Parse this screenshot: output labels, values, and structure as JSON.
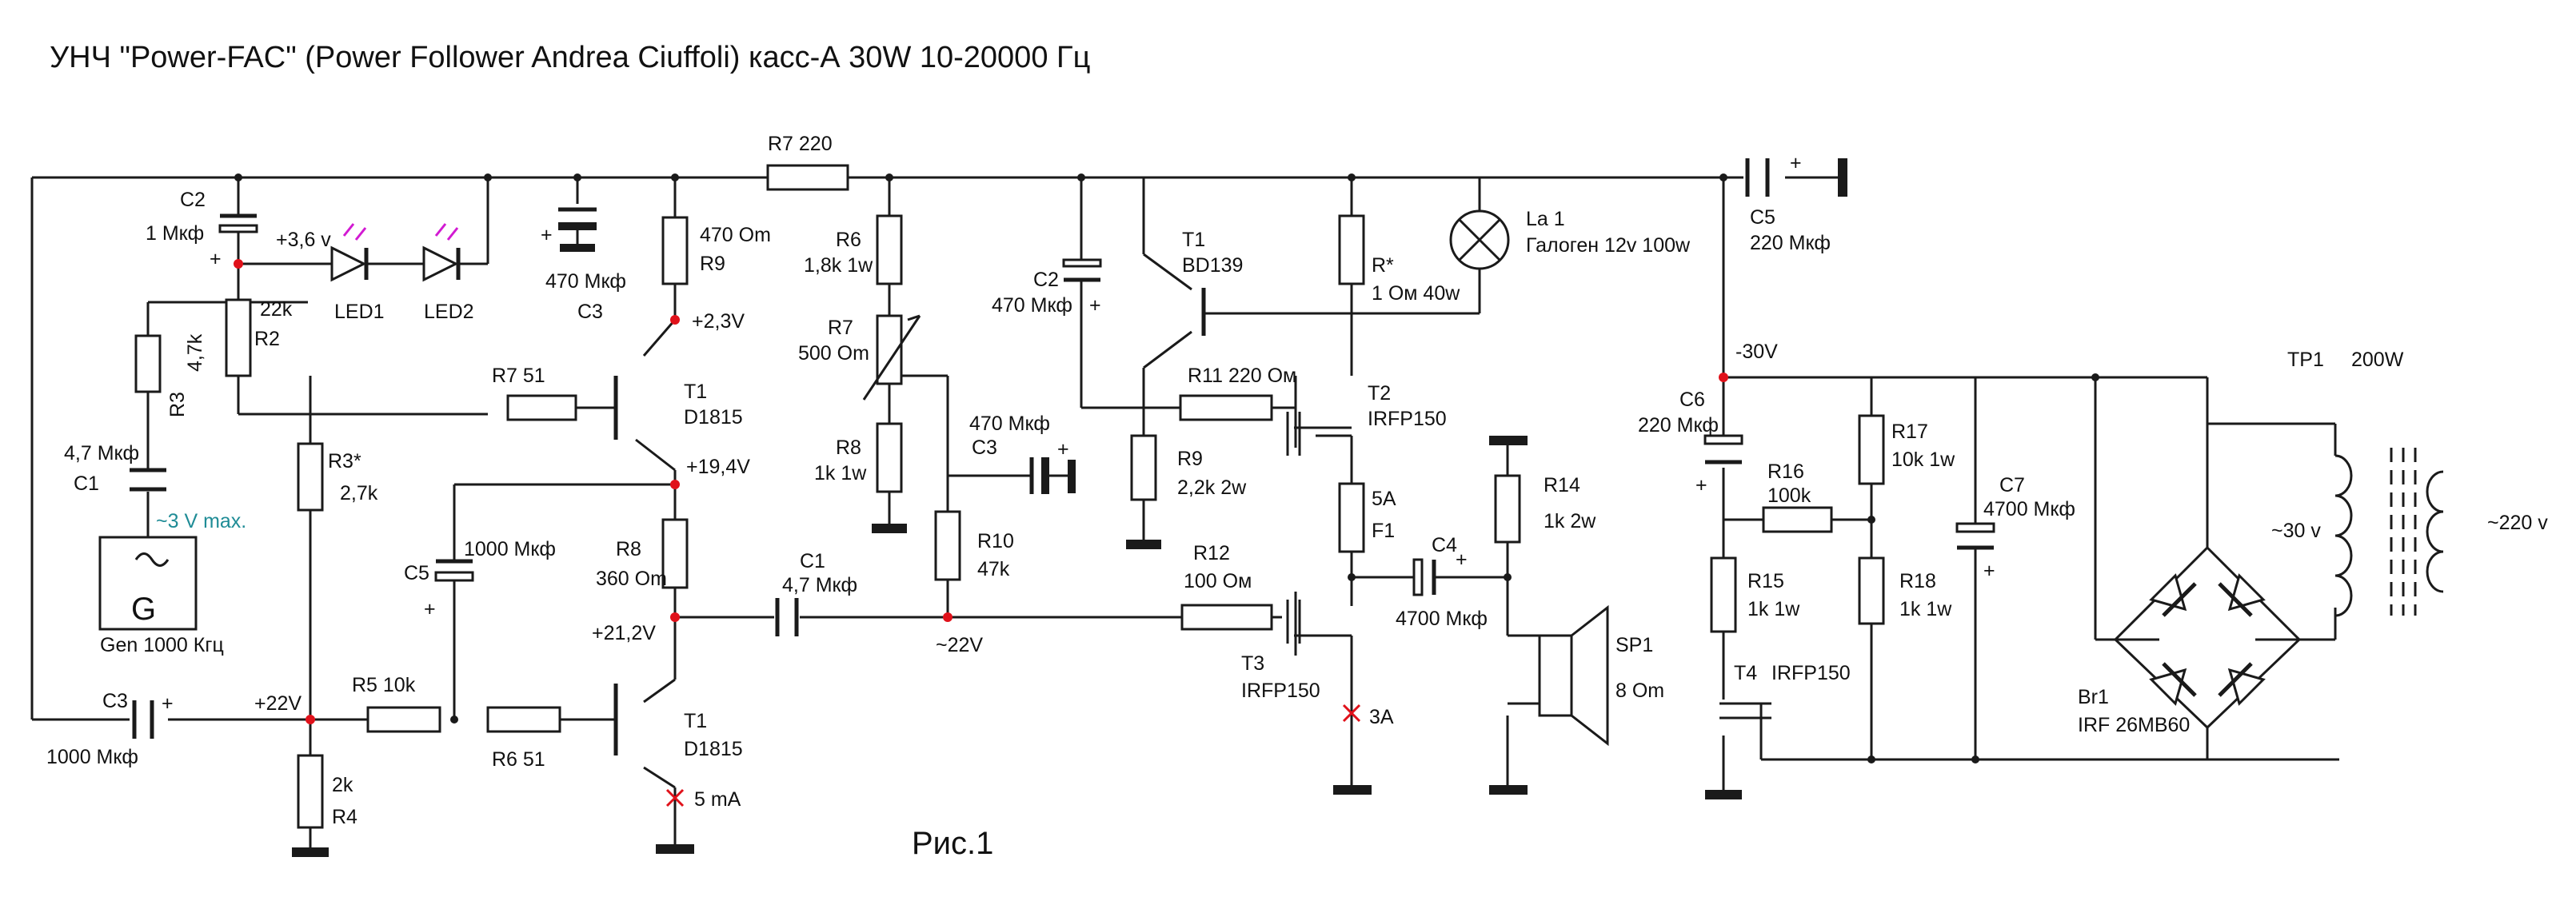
{
  "title": "УНЧ \"Power-FAC\" (Power Follower Andrea Ciuffoli) касс-А 30W 10-20000 Гц",
  "figure_caption": "Рис.1",
  "labels": {
    "C2a": "C2",
    "C2a_val": "1 Мкф",
    "v36": "+3,6 v",
    "led1": "LED1",
    "led2": "LED2",
    "c3a_val": "470 Мкф",
    "c3a": "C3",
    "r9a_val": "470 Om",
    "r9a": "R9",
    "v23": "+2,3V",
    "r7top": "R7  220",
    "r6_name": "R6",
    "r6_val": "1,8k 1w",
    "r7v": "R7",
    "r7v_val": "500 Om",
    "r8b": "R8",
    "r8b_val": "1k 1w",
    "c3b_val": "470 Мкф",
    "c3b": "C3",
    "r10": "R10",
    "r10_val": "47k",
    "v22b": "~22V",
    "c2b": "C2",
    "c2b_val": "470 Мкф",
    "t1b": "T1",
    "t1b_type": "BD139",
    "r9b": "R9",
    "r9b_val": "2,2k 2w",
    "r11": "R11  220 Ом",
    "t2": "T2",
    "t2_type": "IRFP150",
    "rstar": "R*",
    "rstar_val": "1 Ом 40w",
    "la1": "La 1",
    "la1_val": "Галоген 12v 100w",
    "f1a": "5A",
    "f1b": "F1",
    "r14": "R14",
    "r14_val": "1k 2w",
    "c4": "C4",
    "c4_val": "4700 Мкф",
    "r12": "R12",
    "r12_val": "100 Ом",
    "t3": "T3",
    "t3_type": "IRFP150",
    "i3a": "3A",
    "sp1": "SP1",
    "sp1_val": "8 Om",
    "c5r": "C5",
    "c5r_val": "220 Мкф",
    "v30": "-30V",
    "c6": "C6",
    "c6_val": "220 Мкф",
    "r16": "R16",
    "r16_val": "100k",
    "r17": "R17",
    "r17_val": "10k 1w",
    "c7": "C7",
    "c7_val": "4700 Мкф",
    "r15": "R15",
    "r15_val": "1k 1w",
    "r18": "R18",
    "r18_val": "1k 1w",
    "t4": "T4",
    "t4_type": "IRFP150",
    "tp1": "TP1",
    "tp1_val": "200W",
    "sec": "~30 v",
    "pri": "~220 v",
    "br1": "Br1",
    "br1_type": "IRF 26MB60",
    "r22k": "22k",
    "r2": "R2",
    "r3": "R3",
    "r3_val": "4,7k",
    "c1a_val": "4,7 Мкф",
    "c1a": "C1",
    "vmax": "~3 V max.",
    "gen_g": "G",
    "gen": "Gen  1000 Кгц",
    "r7a": "R7  51",
    "t1a": "T1",
    "t1a_type": "D1815",
    "r3s": "R3*",
    "r3s_val": "2,7k",
    "v194": "+19,4V",
    "c5a": "C5",
    "c5a_val": "1000 Мкф",
    "r8a": "R8",
    "r8a_val": "360 Om",
    "v212": "+21,2V",
    "c1b": "C1",
    "c1b_val": "4,7 Мкф",
    "c3c": "C3",
    "c3c_val": "1000 Мкф",
    "v22a": "+22V",
    "r5": "R5  10k",
    "r4_val": "2k",
    "r4": "R4",
    "r6a": "R6  51",
    "t1c": "T1",
    "t1c_type": "D1815",
    "i5": "5 mA",
    "plus": "+"
  }
}
